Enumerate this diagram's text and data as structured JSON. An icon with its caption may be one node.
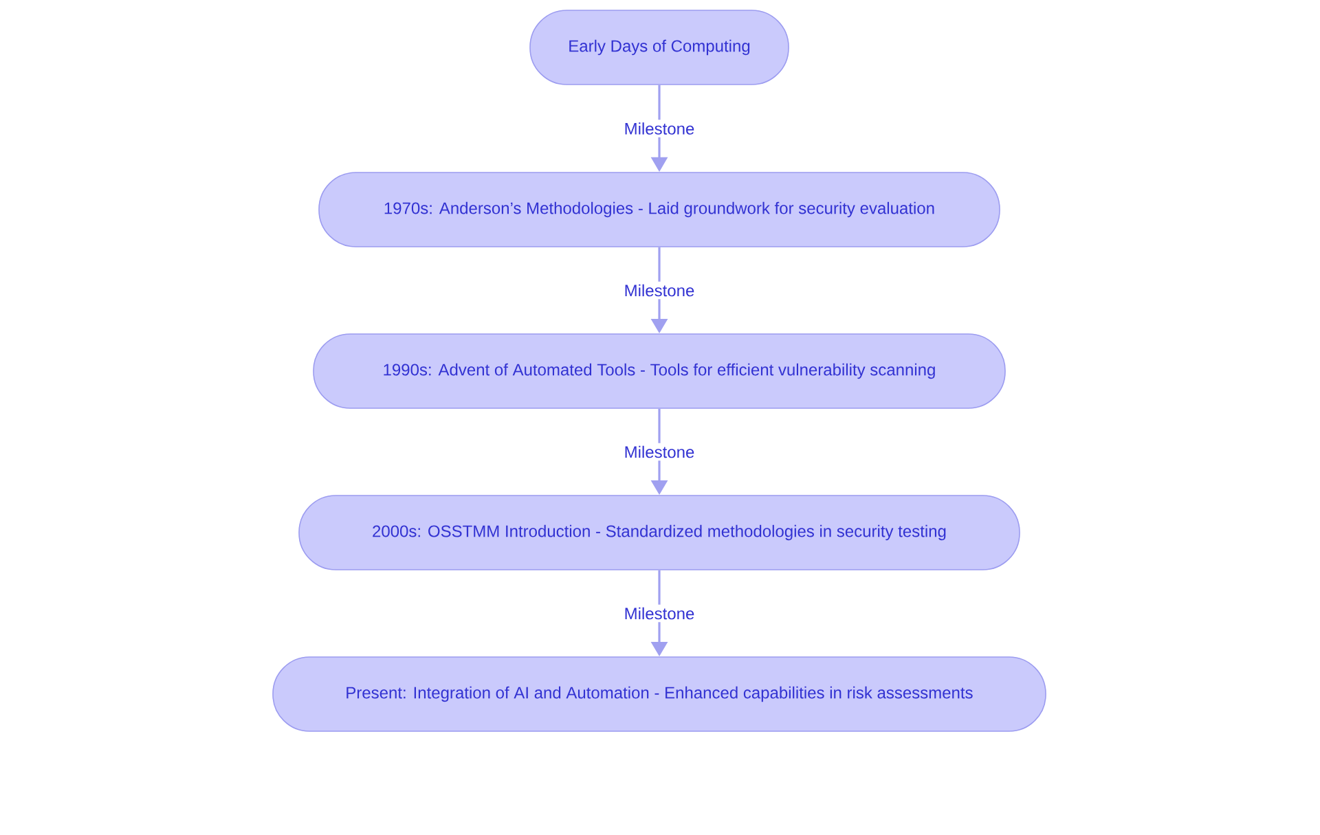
{
  "diagram": {
    "nodes": [
      {
        "text": [
          "Early Days of Computing"
        ]
      },
      {
        "text": [
          "1970s: Anderson’s Methodologies - Laid groundwork for security evaluation"
        ]
      },
      {
        "text": [
          "1990s: Advent of Automated Tools - Tools for efficient vulnerability scanning"
        ]
      },
      {
        "text": [
          "2000s: OSSTMM Introduction - Standardized methodologies in security testing"
        ]
      },
      {
        "text": [
          "Present: Integration of AI and Automation - Enhanced capabilities in risk assessments"
        ]
      }
    ],
    "edges": [
      {
        "from": 0,
        "to": 1,
        "arrow": "to",
        "label": "Milestone"
      },
      {
        "from": 1,
        "to": 2,
        "arrow": "to",
        "label": "Milestone"
      },
      {
        "from": 2,
        "to": 3,
        "arrow": "to",
        "label": "Milestone"
      },
      {
        "from": 3,
        "to": 4,
        "arrow": "to",
        "label": "Milestone"
      }
    ]
  }
}
